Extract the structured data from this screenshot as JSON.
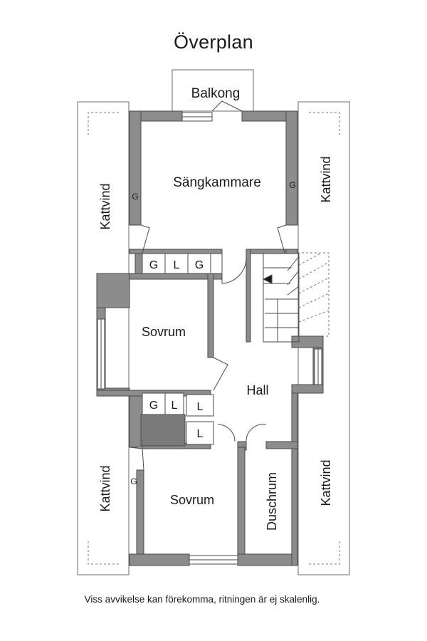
{
  "title": "Överplan",
  "rooms": {
    "balcony": "Balkong",
    "master_bedroom": "Sängkammare",
    "bedroom_1": "Sovrum",
    "bedroom_2": "Sovrum",
    "hall": "Hall",
    "shower_room": "Duschrum",
    "attic_top_left": "Kattvind",
    "attic_top_right": "Kattvind",
    "attic_bottom_left": "Kattvind",
    "attic_bottom_right": "Kattvind"
  },
  "closet_marks": {
    "master_left": "G",
    "master_right": "G",
    "row1_a": "G",
    "row1_b": "L",
    "row1_c": "G",
    "row2_a": "G",
    "row2_b": "L",
    "row2_c": "L",
    "row3_a": "L",
    "bedroom2_left": "G"
  },
  "disclaimer": "Viss avvikelse kan förekomma, ritningen är ej skalenlig.",
  "colors": {
    "wall": "#8c8c8c",
    "line": "#4a4a4a",
    "dark_fill": "#7a7a7a"
  }
}
